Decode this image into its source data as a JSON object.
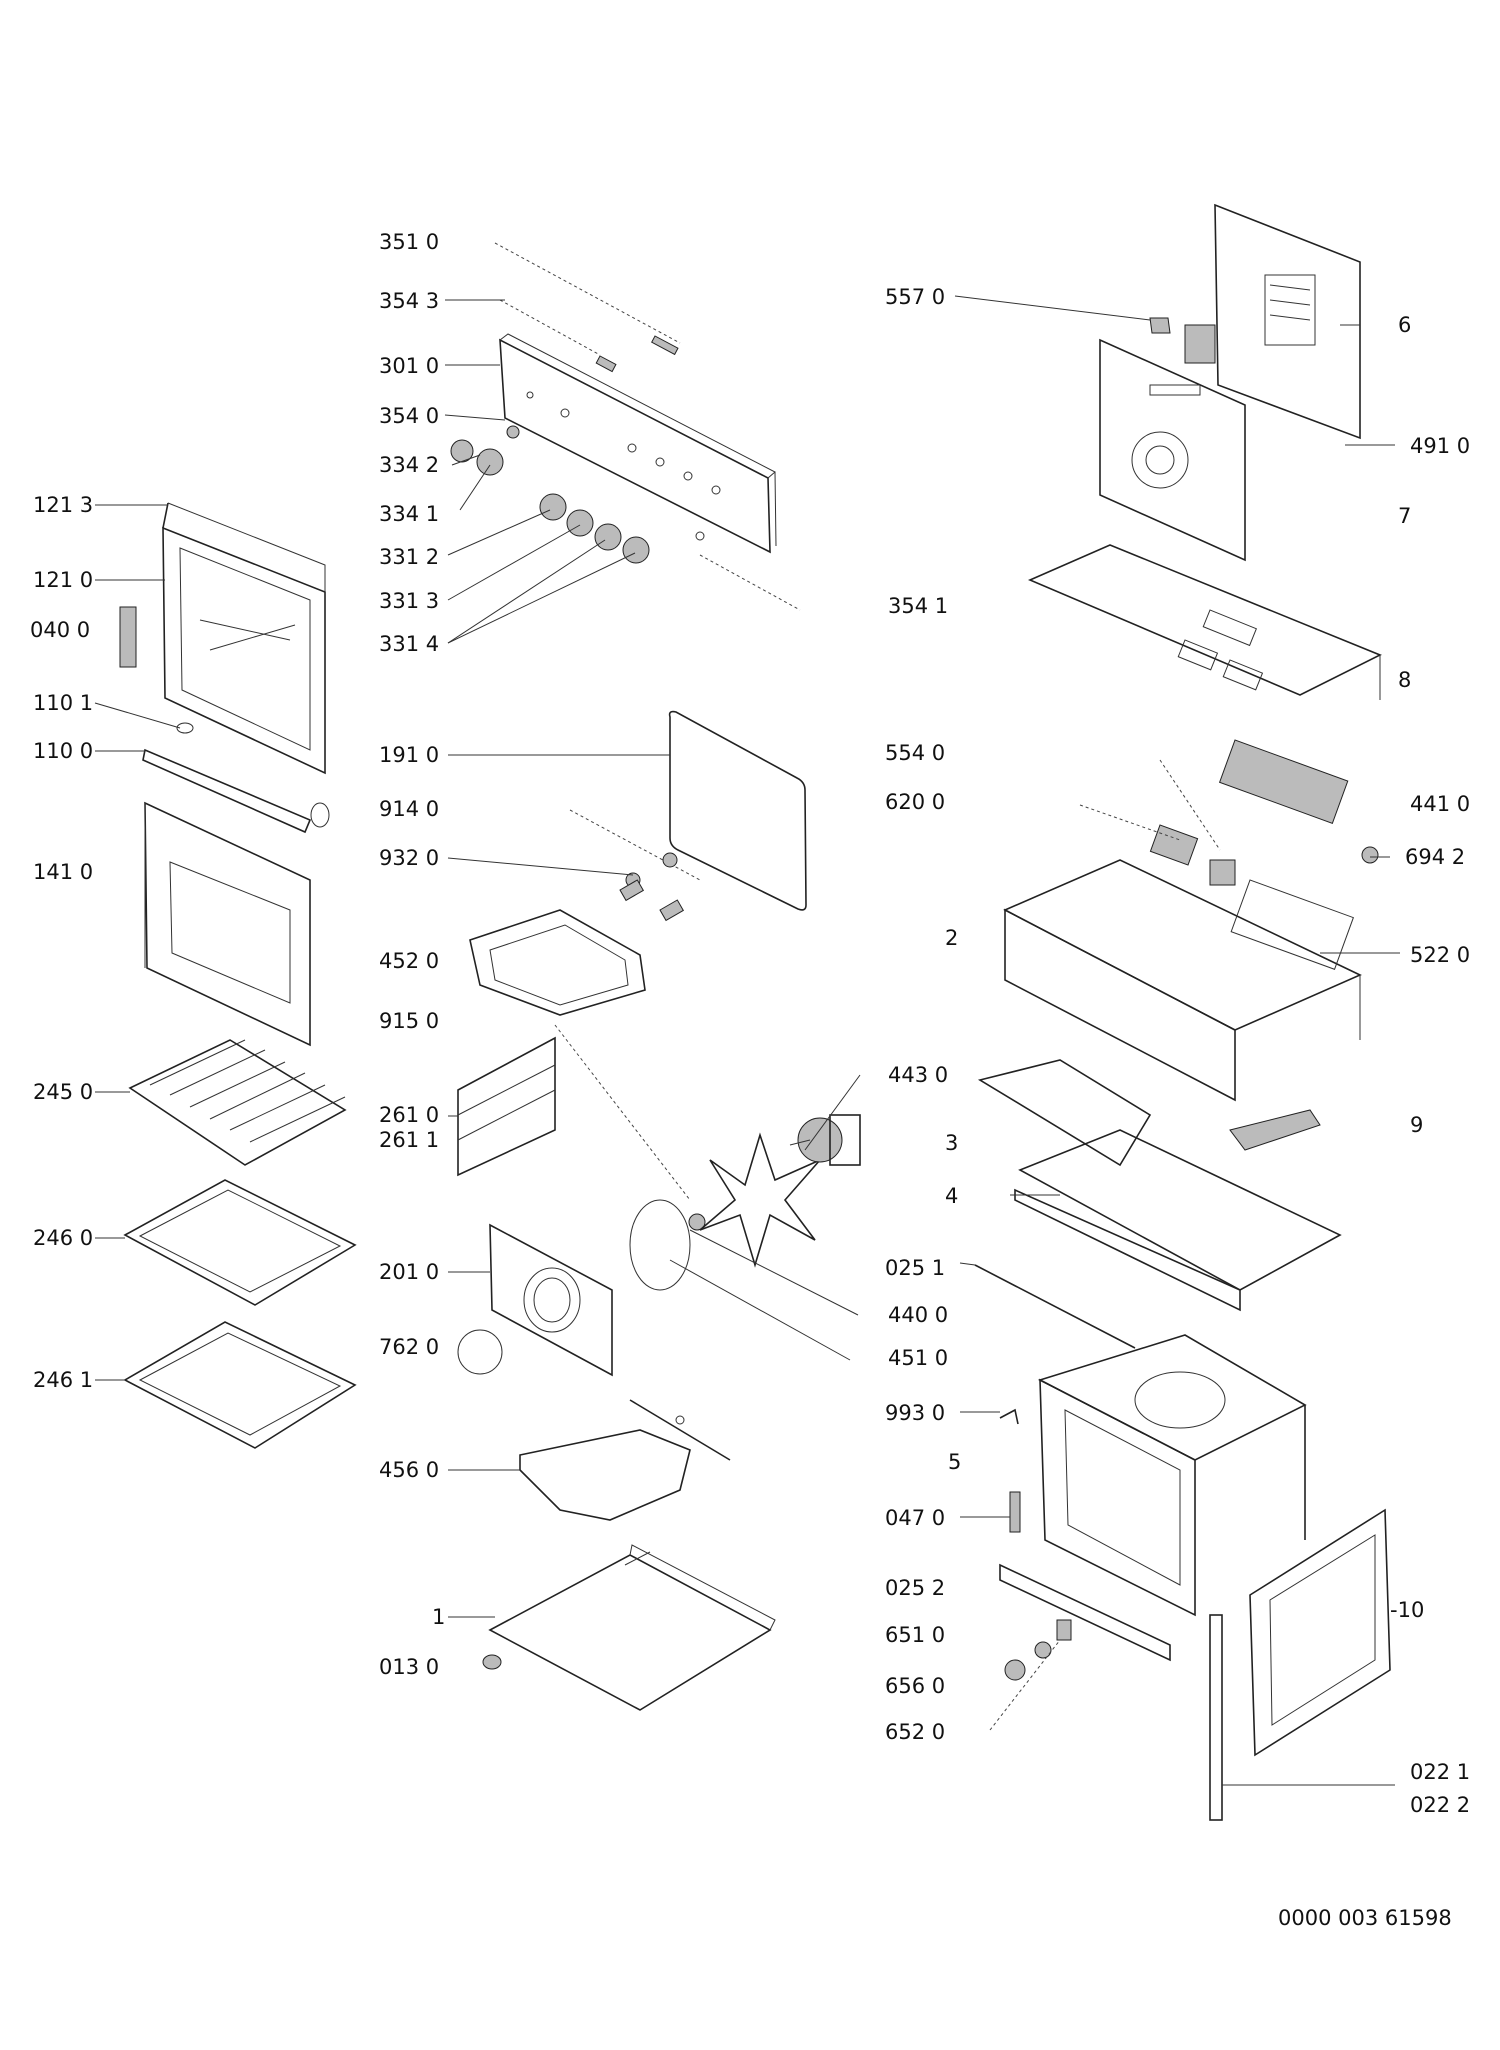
{
  "labels": [
    {
      "key": "351_0",
      "text": "351 0"
    },
    {
      "key": "354_3",
      "text": "354 3"
    },
    {
      "key": "301_0",
      "text": "301 0"
    },
    {
      "key": "354_0",
      "text": "354 0"
    },
    {
      "key": "334_2",
      "text": "334 2"
    },
    {
      "key": "334_1",
      "text": "334 1"
    },
    {
      "key": "331_2",
      "text": "331 2"
    },
    {
      "key": "331_3",
      "text": "331 3"
    },
    {
      "key": "331_4",
      "text": "331 4"
    },
    {
      "key": "121_3",
      "text": "121 3"
    },
    {
      "key": "121_0",
      "text": "121 0"
    },
    {
      "key": "040_0",
      "text": "040 0"
    },
    {
      "key": "110_1",
      "text": "110 1"
    },
    {
      "key": "110_0",
      "text": "110 0"
    },
    {
      "key": "141_0",
      "text": "141 0"
    },
    {
      "key": "245_0",
      "text": "245 0"
    },
    {
      "key": "246_0",
      "text": "246 0"
    },
    {
      "key": "246_1",
      "text": "246 1"
    },
    {
      "key": "191_0",
      "text": "191 0"
    },
    {
      "key": "914_0",
      "text": "914 0"
    },
    {
      "key": "932_0",
      "text": "932 0"
    },
    {
      "key": "452_0",
      "text": "452 0"
    },
    {
      "key": "915_0",
      "text": "915 0"
    },
    {
      "key": "261_0",
      "text": "261 0"
    },
    {
      "key": "261_1",
      "text": "261 1"
    },
    {
      "key": "201_0",
      "text": "201 0"
    },
    {
      "key": "762_0",
      "text": "762 0"
    },
    {
      "key": "456_0",
      "text": "456 0"
    },
    {
      "key": "1",
      "text": "1"
    },
    {
      "key": "013_0",
      "text": "013 0"
    },
    {
      "key": "557_0",
      "text": "557 0"
    },
    {
      "key": "6",
      "text": "6"
    },
    {
      "key": "491_0",
      "text": "491 0"
    },
    {
      "key": "7",
      "text": "7"
    },
    {
      "key": "354_1",
      "text": "354 1"
    },
    {
      "key": "8",
      "text": "8"
    },
    {
      "key": "554_0",
      "text": "554 0"
    },
    {
      "key": "620_0",
      "text": "620 0"
    },
    {
      "key": "441_0",
      "text": "441 0"
    },
    {
      "key": "694_2",
      "text": "694 2"
    },
    {
      "key": "2",
      "text": "2"
    },
    {
      "key": "522_0",
      "text": "522 0"
    },
    {
      "key": "443_0",
      "text": "443 0"
    },
    {
      "key": "9",
      "text": "9"
    },
    {
      "key": "3",
      "text": "3"
    },
    {
      "key": "4",
      "text": "4"
    },
    {
      "key": "025_1",
      "text": "025 1"
    },
    {
      "key": "440_0",
      "text": "440 0"
    },
    {
      "key": "451_0",
      "text": "451 0"
    },
    {
      "key": "993_0",
      "text": "993 0"
    },
    {
      "key": "5",
      "text": "5"
    },
    {
      "key": "047_0",
      "text": "047 0"
    },
    {
      "key": "025_2",
      "text": "025 2"
    },
    {
      "key": "651_0",
      "text": "651 0"
    },
    {
      "key": "656_0",
      "text": "656 0"
    },
    {
      "key": "652_0",
      "text": "652 0"
    },
    {
      "key": "10",
      "text": "-10"
    },
    {
      "key": "022_1",
      "text": "022 1"
    },
    {
      "key": "022_2",
      "text": "022 2"
    }
  ],
  "document_id": "0000 003 61598"
}
